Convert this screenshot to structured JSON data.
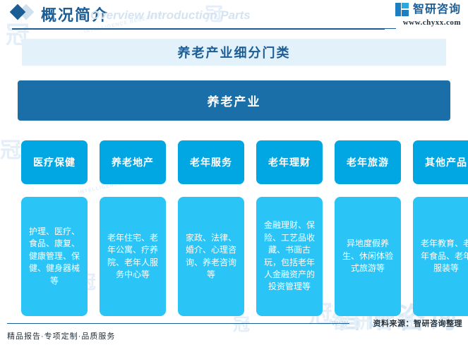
{
  "header": {
    "section_title": "概况简介",
    "section_title_ghost": "Overview Introduction Parts",
    "diamond_icon": "diamond-icon",
    "brand_name": "智研咨询",
    "brand_url": "www.chyxx.com",
    "brand_mark_icon": "brand-logo-icon"
  },
  "chart_title": "养老产业细分门类",
  "root": {
    "label": "养老产业"
  },
  "categories": [
    {
      "label": "医疗保健",
      "detail": "护理、医疗、食品、康复、健康管理、保健、健身器械等"
    },
    {
      "label": "养老地产",
      "detail": "老年住宅、老年公寓、疗养院、老年人服务中心等"
    },
    {
      "label": "老年服务",
      "detail": "家政、法律、婚介、心理咨询、养老咨询等"
    },
    {
      "label": "老年理财",
      "detail": "金融理财、保险、工艺品收藏、书画古玩，包括老年人金融资产的投资管理等"
    },
    {
      "label": "老年旅游",
      "detail": "异地度假养生、休闲体验式旅游等"
    },
    {
      "label": "其他产品",
      "detail": "老年教育、老年食品、老年服装等"
    }
  ],
  "footer": {
    "tagline": "精品报告·专项定制·品质服务",
    "source": "资料来源：智研咨询整理"
  },
  "watermarks": {
    "brand_text": "智研咨询",
    "mark": "冠",
    "small_en": "INTELLIGENCE RESEARCH",
    "url_fragment": "w·w"
  },
  "colors": {
    "deep_blue": "#1a6fa8",
    "brand_blue": "#1b5d94",
    "category_blue": "#00a7e3",
    "detail_blue": "#2ac4f7",
    "title_band_bg": "#e3f1fb",
    "watermark": "#dfeaf5"
  }
}
